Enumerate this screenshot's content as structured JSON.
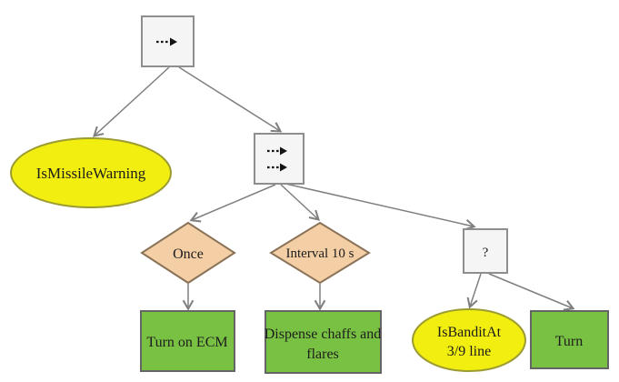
{
  "figure": {
    "type": "behavior-tree-diagram",
    "background": "#ffffff",
    "colors": {
      "composite_fill": "#f5f5f5",
      "composite_stroke": "#8e8e8e",
      "condition_fill": "#f1ee10",
      "condition_stroke": "#9b9b32",
      "decorator_fill": "#f4cfa6",
      "decorator_stroke": "#8a7257",
      "action_fill": "#79c143",
      "action_stroke": "#656565",
      "edge": "#7f7f7f",
      "icon": "#141414",
      "text": "#1c1c1c"
    },
    "nodes": {
      "root_sequence": {
        "shape": "square",
        "icon": "dashed-arrow"
      },
      "sub_sequence": {
        "shape": "square",
        "icon": "double-dashed-arrow"
      },
      "is_missile_warning": {
        "shape": "ellipse",
        "label": "IsMissileWarning"
      },
      "once": {
        "shape": "diamond",
        "label": "Once"
      },
      "interval_10s": {
        "shape": "diamond",
        "label": "Interval 10 s"
      },
      "selector": {
        "shape": "square",
        "label": "?"
      },
      "turn_on_ecm": {
        "shape": "rect",
        "label": "Turn on ECM"
      },
      "dispense_chaffs_flares": {
        "shape": "rect",
        "label_line1": "Dispense chaffs and",
        "label_line2": "flares"
      },
      "is_bandit_at": {
        "shape": "ellipse",
        "label_line1": "IsBanditAt",
        "label_line2": "3/9 line"
      },
      "turn": {
        "shape": "rect",
        "label": "Turn"
      }
    }
  }
}
